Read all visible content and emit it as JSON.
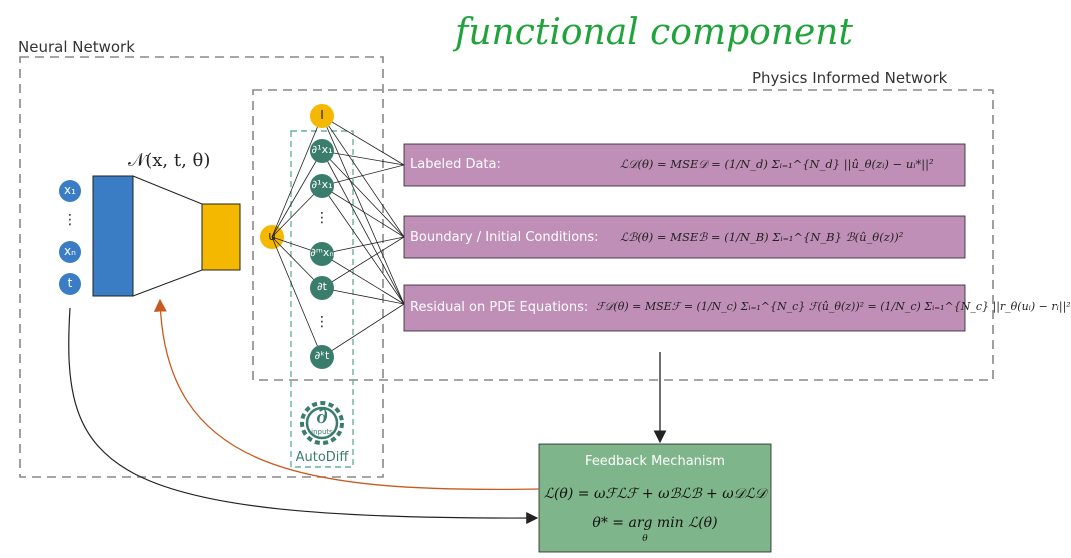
{
  "handwritten": "functional component",
  "nn_label": "Neural Network",
  "pin_label": "Physics Informed Network",
  "nn_formula": "𝒩(x, t, θ)",
  "inputs": [
    "x₁",
    "⋮",
    "xₙ",
    "t"
  ],
  "u_node": "u",
  "derivative_nodes": [
    "I",
    "∂¹x₁",
    "∂¹x₁",
    "⋮",
    "∂ᵐxₙ",
    "∂t",
    "⋮",
    "∂ᵏt"
  ],
  "autodiff": {
    "label": "AutoDiff",
    "icon_text": "∂",
    "icon_sub": "inputs"
  },
  "losses": [
    {
      "label": "Labeled Data:",
      "equation": "ℒ𝒟(θ) = MSE𝒟 = (1/N_d) Σᵢ₌₁^{N_d} ||û_θ(zᵢ) − uᵢ*||²"
    },
    {
      "label": "Boundary / Initial Conditions:",
      "equation": "ℒℬ(θ) = MSEℬ = (1/N_B) Σᵢ₌₁^{N_B} ℬ(û_θ(z))²"
    },
    {
      "label": "Residual on PDE Equations:",
      "equation": "ℱ𝒟(θ) = MSEℱ = (1/N_c) Σᵢ₌₁^{N_c} ℱ(û_θ(z))² = (1/N_c) Σᵢ₌₁^{N_c} ||r_θ(uᵢ) − rᵢ||²"
    }
  ],
  "feedback": {
    "title": "Feedback Mechanism",
    "eq1": "ℒ(θ) = ωℱℒℱ + ωℬℒℬ + ω𝒟ℒ𝒟",
    "eq2": "θ* = arg min ℒ(θ)",
    "eq2_sub": "θ"
  },
  "colors": {
    "blue": "#3b7dc4",
    "orange": "#f5b800",
    "teal": "#3a7d6c",
    "purple": "#c08fb8",
    "green": "#7fb58a",
    "arrow_red": "#c95a1f",
    "dash": "#888888"
  }
}
